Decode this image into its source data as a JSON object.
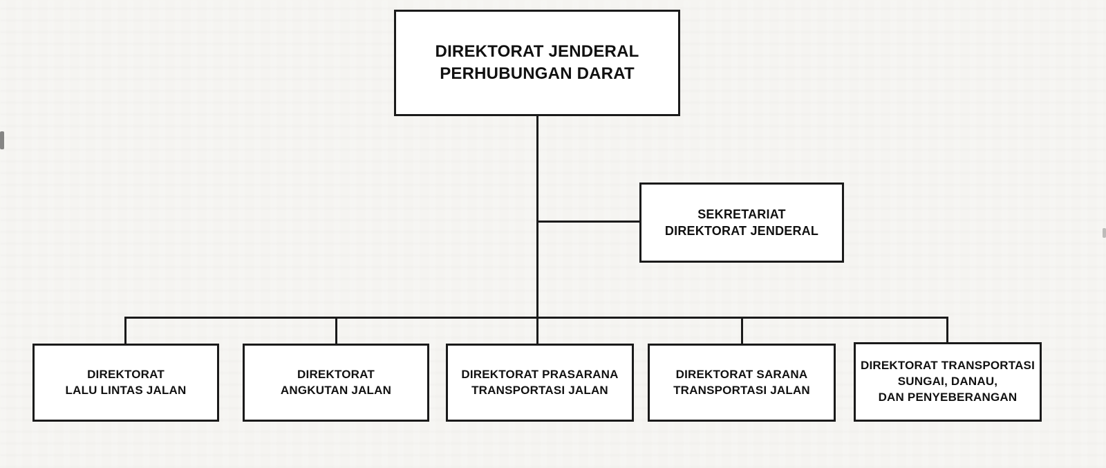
{
  "diagram": {
    "type": "org-chart",
    "root": {
      "label": "DIREKTORAT JENDERAL\nPERHUBUNGAN DARAT"
    },
    "staff_box": {
      "label": "SEKRETARIAT\nDIREKTORAT JENDERAL"
    },
    "children": [
      {
        "label": "DIREKTORAT\nLALU LINTAS JALAN"
      },
      {
        "label": "DIREKTORAT\nANGKUTAN JALAN"
      },
      {
        "label": "DIREKTORAT PRASARANA\nTRANSPORTASI JALAN"
      },
      {
        "label": "DIREKTORAT SARANA\nTRANSPORTASI JALAN"
      },
      {
        "label": "DIREKTORAT TRANSPORTASI\nSUNGAI, DANAU,\nDAN PENYEBERANGAN"
      }
    ],
    "colors": {
      "box_border": "#1a1a1a",
      "box_fill": "#ffffff",
      "line": "#1a1a1a",
      "background": "#f5f4f1"
    }
  }
}
